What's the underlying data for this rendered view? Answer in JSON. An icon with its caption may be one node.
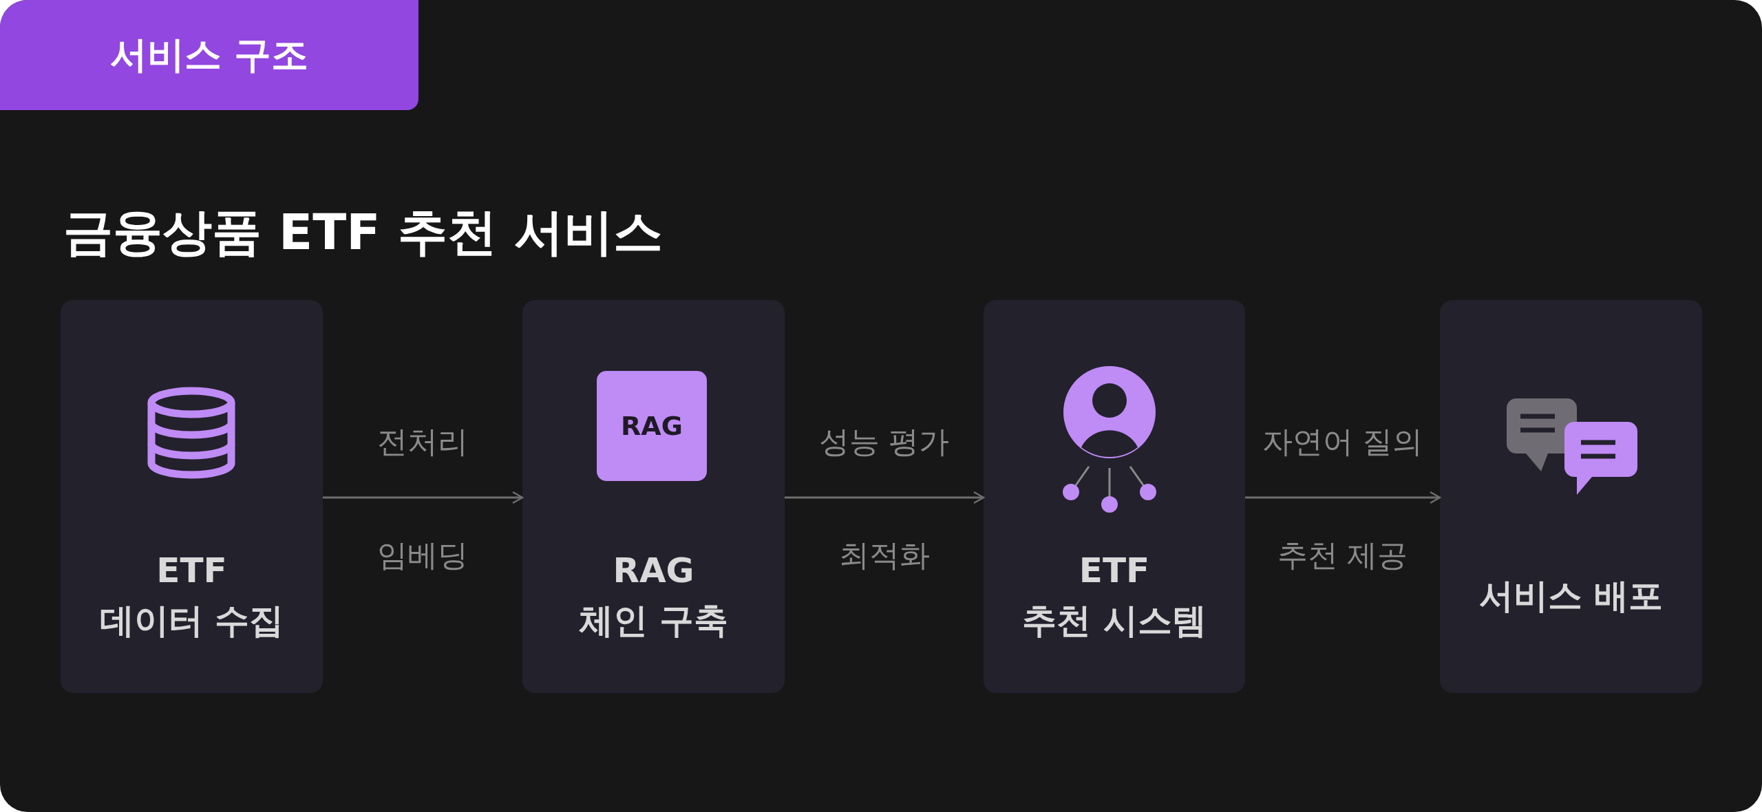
{
  "diagram": {
    "title": "금융상품 ETF 추천 서비스",
    "nodes": [
      {
        "text": [
          "서비스 구조"
        ]
      },
      {
        "text": [
          "ETF",
          "데이터 수집"
        ]
      },
      {
        "text": [
          "RAG",
          "체인 구축"
        ]
      },
      {
        "text": [
          "RAG"
        ],
        "in": 2
      },
      {
        "text": [
          "ETF",
          "추천 시스템"
        ]
      },
      {
        "text": [
          "서비스 배포"
        ]
      }
    ],
    "edges": [
      {
        "from": 1,
        "to": 2,
        "arrow": "to",
        "label": "전처리"
      },
      {
        "from": 2,
        "to": 4,
        "arrow": "to",
        "label": "성능 평가"
      },
      {
        "from": 4,
        "to": 5,
        "arrow": "to",
        "label": "자연어 질의"
      }
    ],
    "labels": [
      "임베딩",
      "최적화",
      "추천 제공"
    ]
  }
}
